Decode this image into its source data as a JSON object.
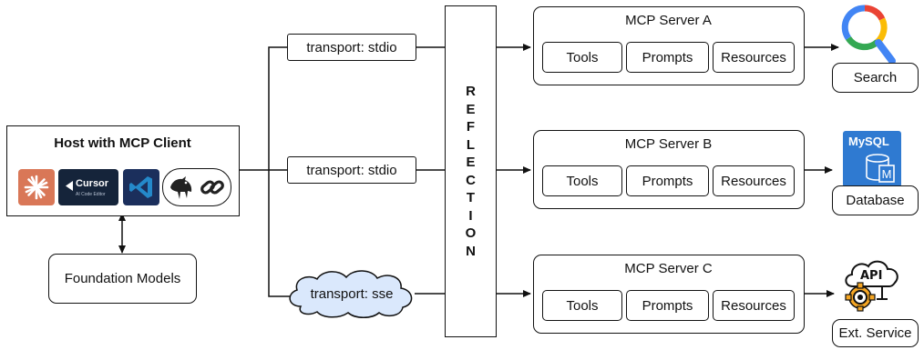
{
  "host": {
    "title": "Host with MCP Client",
    "apps": [
      {
        "name": "claude-app-icon"
      },
      {
        "name": "cursor-app-icon",
        "label": "Cursor",
        "sublabel": "AI Code Editor"
      },
      {
        "name": "vscode-app-icon"
      },
      {
        "name": "bird-link-app-icon"
      }
    ]
  },
  "foundation_models": {
    "label": "Foundation Models"
  },
  "transports": [
    {
      "label": "transport: stdio"
    },
    {
      "label": "transport: stdio"
    },
    {
      "label": "transport: sse"
    }
  ],
  "reflection": {
    "letters": [
      "R",
      "E",
      "F",
      "L",
      "E",
      "C",
      "T",
      "I",
      "O",
      "N"
    ]
  },
  "servers": [
    {
      "title": "MCP Server A",
      "tools": "Tools",
      "prompts": "Prompts",
      "resources": "Resources"
    },
    {
      "title": "MCP Server B",
      "tools": "Tools",
      "prompts": "Prompts",
      "resources": "Resources"
    },
    {
      "title": "MCP Server C",
      "tools": "Tools",
      "prompts": "Prompts",
      "resources": "Resources"
    }
  ],
  "externals": [
    {
      "label": "Search",
      "icon": "magnifier-icon"
    },
    {
      "label": "Database",
      "icon": "mysql-database-icon",
      "logo_text": "MySQL",
      "badge": "M"
    },
    {
      "label": "Ext. Service",
      "icon": "api-cloud-gear-icon",
      "logo_text": "API"
    }
  ],
  "colors": {
    "line": "#111111",
    "cloud_fill": "#dae8fc",
    "claude": "#d97757",
    "cursor_bg": "#15243a",
    "vscode_bg": "#1b2f5c",
    "vscode_blue": "#2489ca",
    "mysql_blue": "#2f7ad1",
    "google_blue": "#4285f4",
    "google_red": "#ea4335",
    "google_yellow": "#fbbc05",
    "google_green": "#34a853",
    "gear_orange": "#f5a623"
  }
}
